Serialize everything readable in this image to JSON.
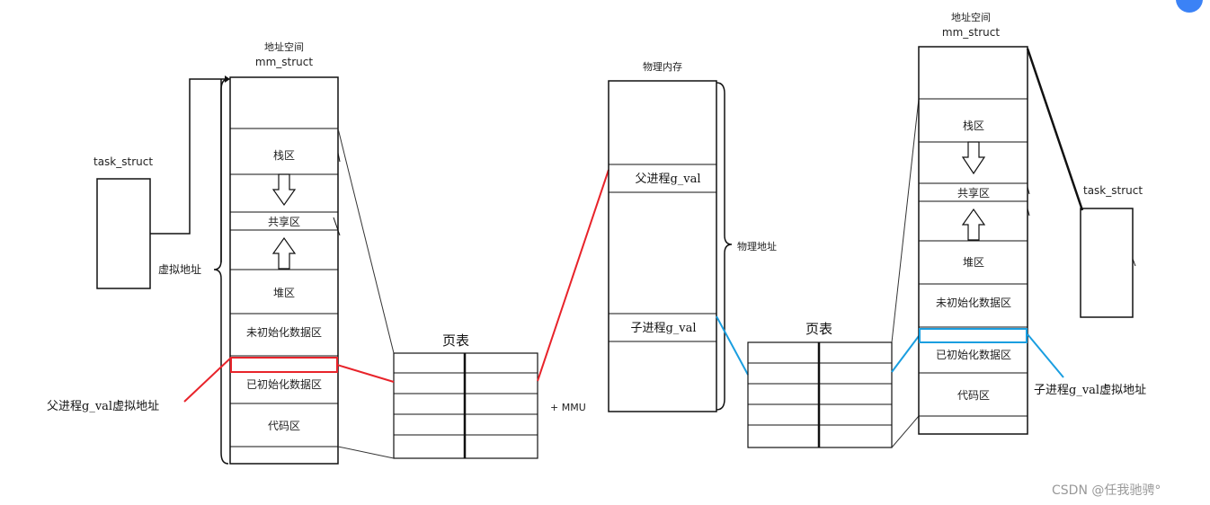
{
  "left_process": {
    "task_struct_label": "task_struct",
    "address_space_title": "地址空间",
    "mm_struct_label": "mm_struct",
    "virtual_address_label": "虚拟地址",
    "regions": {
      "stack": "栈区",
      "shared": "共享区",
      "heap": "堆区",
      "bss": "未初始化数据区",
      "data": "已初始化数据区",
      "code": "代码区"
    },
    "g_val_virtual_label": "父进程g_val虚拟地址",
    "page_table_label": "页表",
    "mmu_label": "+ MMU"
  },
  "physical_memory": {
    "title": "物理内存",
    "parent_g_val": "父进程g_val",
    "child_g_val": "子进程g_val",
    "physical_address_label": "物理地址"
  },
  "right_process": {
    "address_space_title": "地址空间",
    "mm_struct_label": "mm_struct",
    "task_struct_label": "task_struct",
    "page_table_label": "页表",
    "regions": {
      "stack": "栈区",
      "shared": "共享区",
      "heap": "堆区",
      "bss": "未初始化数据区",
      "data": "已初始化数据区",
      "code": "代码区"
    },
    "g_val_virtual_label": "子进程g_val虚拟地址"
  },
  "watermark": "CSDN @任我驰骋°",
  "colors": {
    "parent_mapping": "#e8232a",
    "child_mapping": "#1a9ee0",
    "badge": "#3b82f6"
  }
}
